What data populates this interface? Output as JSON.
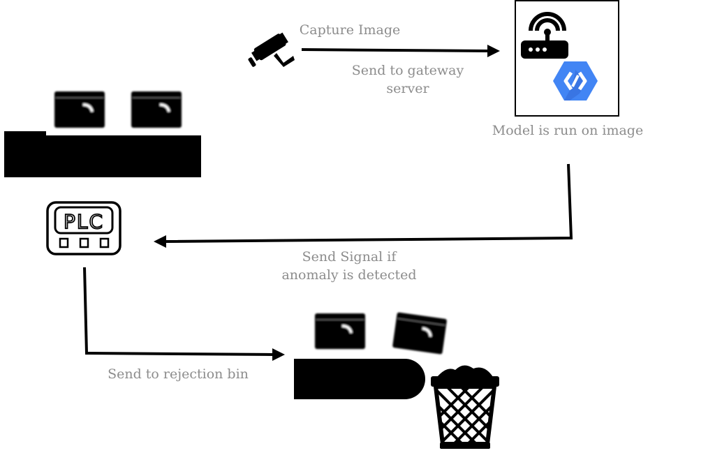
{
  "labels": {
    "capture": "Capture Image",
    "send_gateway_line1": "Send to gateway",
    "send_gateway_line2": "server",
    "model_run": "Model is run on image",
    "signal_line1": "Send Signal if",
    "signal_line2": "anomaly is detected",
    "rejection": "Send to rejection bin"
  },
  "plc": {
    "text": "PLC"
  },
  "colors": {
    "ink": "#000000",
    "label": "#8c8c8c",
    "cloud_ai": "#4285F4",
    "cloud_ai_dark": "#3367D6"
  },
  "icons": {
    "camera": "security-camera-icon",
    "gateway": "router-wifi-icon",
    "model": "cloud-ai-hexagon-icon",
    "plc": "plc-icon",
    "bin": "trash-bin-icon"
  }
}
